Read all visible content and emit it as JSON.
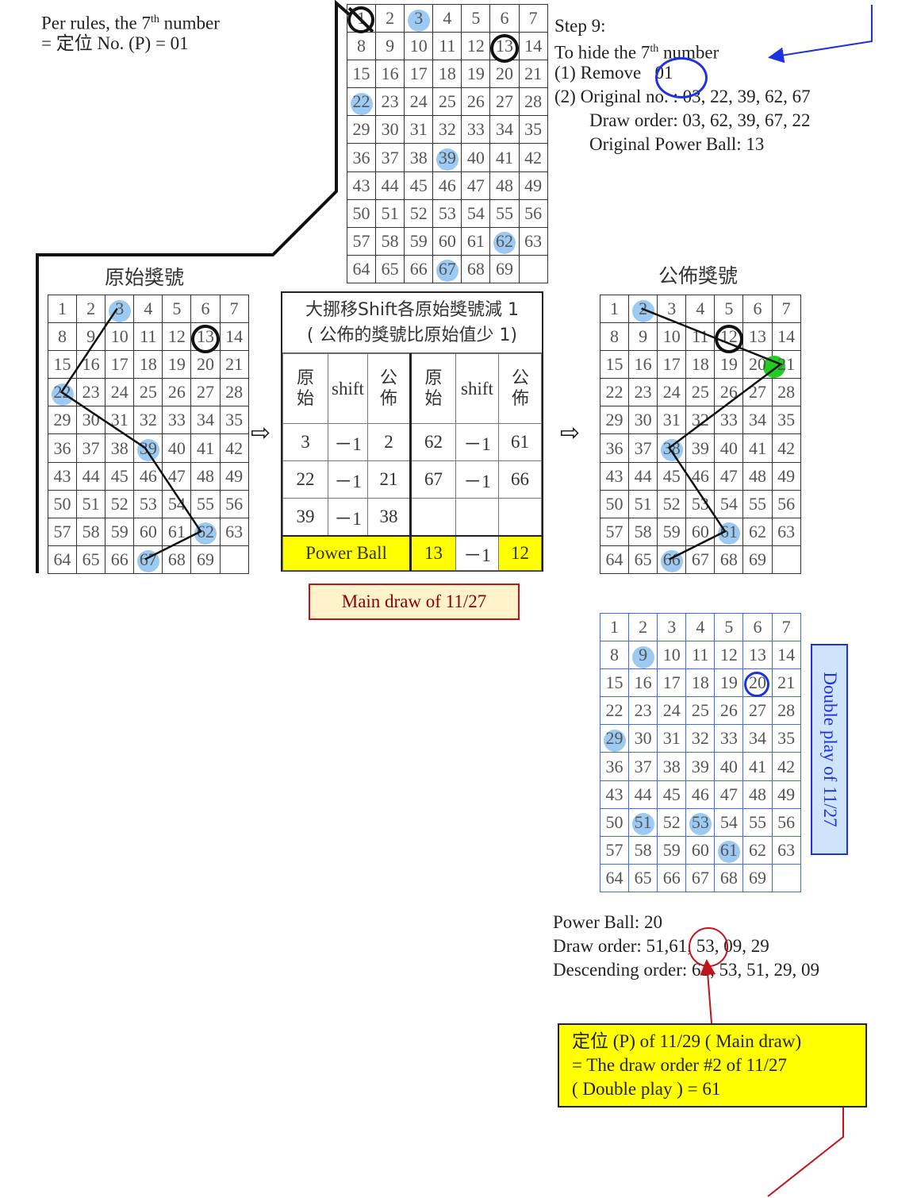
{
  "top_left_note": {
    "line1_prefix": "Per rules, the 7",
    "line1_sup": "th",
    "line1_suffix": " number",
    "line2": "= 定位 No. (P) = 01"
  },
  "step9": {
    "title": "Step 9:",
    "hide_prefix": "To hide the 7",
    "hide_sup": "th",
    "hide_suffix": "  number",
    "item1_label": "(1)  Remove",
    "item1_value": "01",
    "item2": "(2) Original no. :  03, 22, 39, 62, 67",
    "draw_order": "Draw order:  03, 62, 39, 67, 22",
    "power_ball": "Original Power Ball:  13"
  },
  "grids": {
    "numbers": [
      "1",
      "2",
      "3",
      "4",
      "5",
      "6",
      "7",
      "8",
      "9",
      "10",
      "11",
      "12",
      "13",
      "14",
      "15",
      "16",
      "17",
      "18",
      "19",
      "20",
      "21",
      "22",
      "23",
      "24",
      "25",
      "26",
      "27",
      "28",
      "29",
      "30",
      "31",
      "32",
      "33",
      "34",
      "35",
      "36",
      "37",
      "38",
      "39",
      "40",
      "41",
      "42",
      "43",
      "44",
      "45",
      "46",
      "47",
      "48",
      "49",
      "50",
      "51",
      "52",
      "53",
      "54",
      "55",
      "56",
      "57",
      "58",
      "59",
      "60",
      "61",
      "62",
      "63",
      "64",
      "65",
      "66",
      "67",
      "68",
      "69",
      ""
    ],
    "top": {
      "highlighted": [
        3,
        22,
        39,
        62,
        67
      ],
      "ringed": [
        13
      ],
      "crossed": [
        1
      ]
    },
    "original": {
      "title": "原始獎號",
      "highlighted": [
        3,
        22,
        39,
        62,
        67
      ],
      "ringed": [
        13
      ]
    },
    "announced": {
      "title": "公佈獎號",
      "highlighted": [
        2,
        21,
        38,
        61,
        66
      ],
      "ringed": [
        12
      ],
      "green": [
        21
      ]
    },
    "double": {
      "highlighted": [
        9,
        29,
        51,
        53,
        61
      ],
      "ringed": [
        20
      ]
    }
  },
  "shift_table": {
    "header_line1": "大挪移Shift各原始獎號減 1",
    "header_line2": "( 公佈的獎號比原始值少 1)",
    "col_original": "原始",
    "col_shift": "shift",
    "col_announced": "公佈",
    "rows": [
      {
        "o1": "3",
        "s1": "－1",
        "a1": "2",
        "o2": "62",
        "s2": "－1",
        "a2": "61"
      },
      {
        "o1": "22",
        "s1": "－1",
        "a1": "21",
        "o2": "67",
        "s2": "－1",
        "a2": "66"
      },
      {
        "o1": "39",
        "s1": "－1",
        "a1": "38",
        "o2": "",
        "s2": "",
        "a2": ""
      }
    ],
    "power_ball_label": "Power Ball",
    "power_ball_original": "13",
    "power_ball_shift": "－1",
    "power_ball_announced": "12"
  },
  "main_draw_label": "Main draw of 11/27",
  "double_play_label": "Double play of 11/27",
  "double_result": {
    "power_ball": "Power Ball:  20",
    "draw_order_prefix": "Draw order:  51,",
    "draw_order_circled": "61",
    "draw_order_suffix": ", 53, 09, 29",
    "descending": "Descending order: 61, 53, 51, 29, 09"
  },
  "callout": {
    "line1": "定位 (P) of 11/29 ( Main draw)",
    "line2": "= The draw order #2 of 11/27",
    "line3": "( Double play ) = 61"
  },
  "arrow_glyph": "⇨",
  "colors": {
    "highlight": "#9ccaf2",
    "yellow": "#ffff00",
    "blue_ring": "#1f32e0",
    "red": "#c0141c",
    "dark_red_text": "#8b0000",
    "green": "#22cc22"
  }
}
